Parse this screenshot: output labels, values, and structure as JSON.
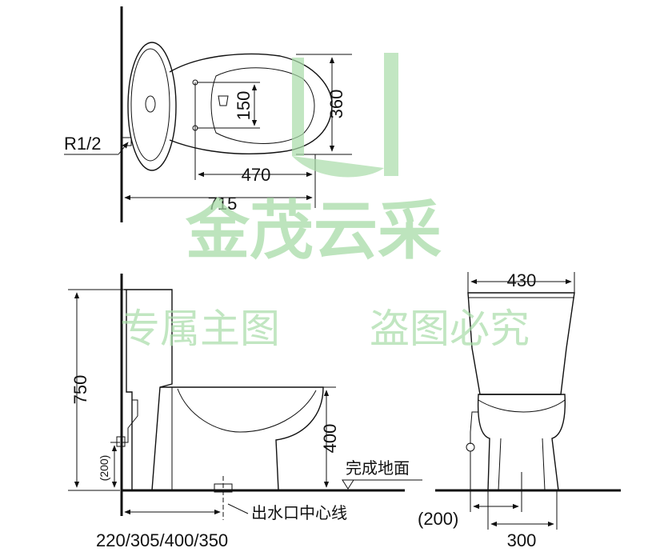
{
  "top_view": {
    "inlet_label": "R1/2",
    "dim_seat_width": "360",
    "dim_bolt_spacing": "150",
    "dim_bowl_length": "470",
    "dim_total_length": "715"
  },
  "side_view": {
    "dim_height": "750",
    "dim_seat_height": "400",
    "dim_inlet_height": "(200)",
    "floor_label": "完成地面",
    "outlet_label": "出水口中心线",
    "rough_in_options": "220/305/400/350"
  },
  "front_view": {
    "dim_tank_width": "430",
    "dim_inlet_offset": "(200)",
    "dim_base_width": "300"
  },
  "watermark": {
    "brand": "金茂云采",
    "notice_left": "专属主图",
    "notice_right": "盗图必究",
    "color": "#a8dca8"
  }
}
